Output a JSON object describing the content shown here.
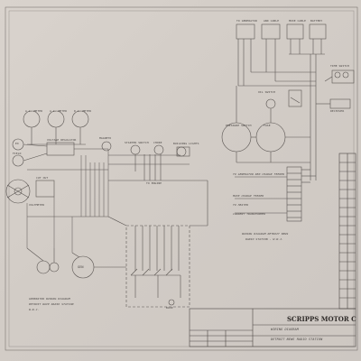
{
  "diagram": {
    "company_heading": "SCRIPPS MOTOR C",
    "left_caption": [
      "GENERATOR WIRING DIAGRAM",
      "DETROIT WAVE RADIO STATION",
      "W.W.J."
    ],
    "right_caption": [
      "WIRING DIAGRAM DETROIT NEWS",
      "RADIO STATION - W.W.J."
    ],
    "title_block_lines": [
      "WIRING DIAGRAM",
      "DETROIT NEWS RADIO STATION"
    ],
    "generator_label": "GEN",
    "engine_label": "TO ENGINE",
    "base_label": "BASE",
    "meter_labels": [
      "A.C. METER",
      "A.C. METER",
      "D.C. METER"
    ],
    "left_labels": [
      "VOLTAGE REGULATOR",
      "FIELD",
      "EX",
      "VOLTMETER",
      "CUT OUT"
    ],
    "top_labels": [
      "MAGNETO",
      "STARTER SWITCH",
      "CHOKE",
      "BUILDING LIGHTS"
    ],
    "right_labels": [
      "TO GENERATOR",
      "AND CABLE",
      "MIKE CABLE",
      "BATTERY",
      "OIL SWITCH",
      "PRESSURE SWITCH",
      "FUSE",
      "TIME SWITCH",
      "RECEIVER",
      "TO GENERATOR RED CHARGE FEEDER",
      "MIKE CHARGE FEEDER",
      "TO HEATER",
      "CURRENT TRANSFORMER"
    ]
  }
}
